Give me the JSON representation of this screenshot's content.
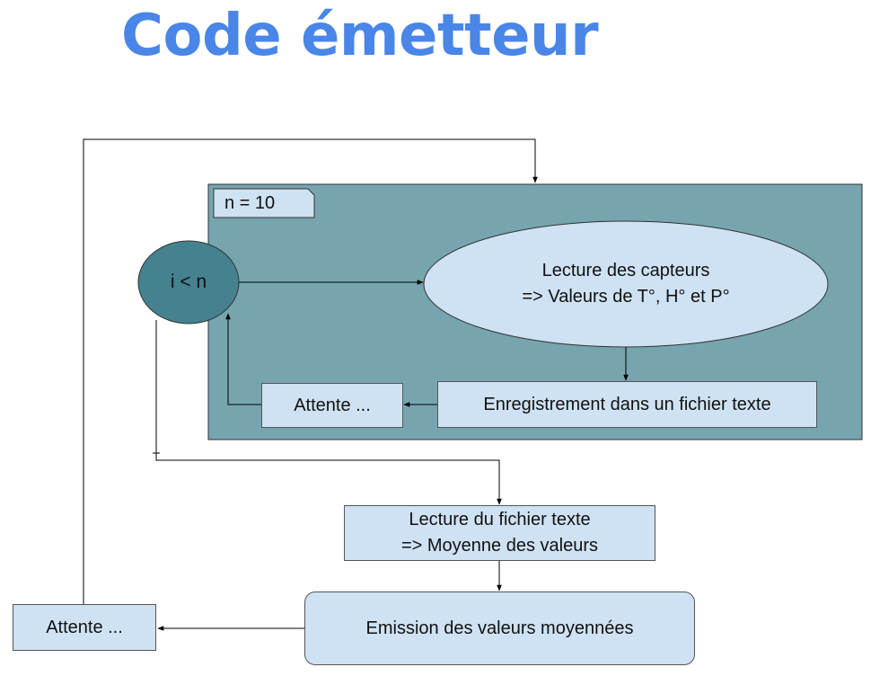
{
  "title": "Code émetteur",
  "colors": {
    "title": "#4a86e8",
    "loop_area": "#76a5af",
    "box_fill": "#cfe2f3",
    "circle_fill": "#45818e",
    "stroke": "#000000"
  },
  "nodes": {
    "loop_count": "n = 10",
    "condition": "i < n",
    "read_sensors": "Lecture des capteurs\n=> Valeurs de T°, H° et P°",
    "save_file": "Enregistrement dans un fichier texte",
    "wait_inner": "Attente ...",
    "read_file": "Lecture du fichier texte\n=> Moyenne des valeurs",
    "emit": "Emission des valeurs moyennées",
    "wait_outer": "Attente ..."
  }
}
